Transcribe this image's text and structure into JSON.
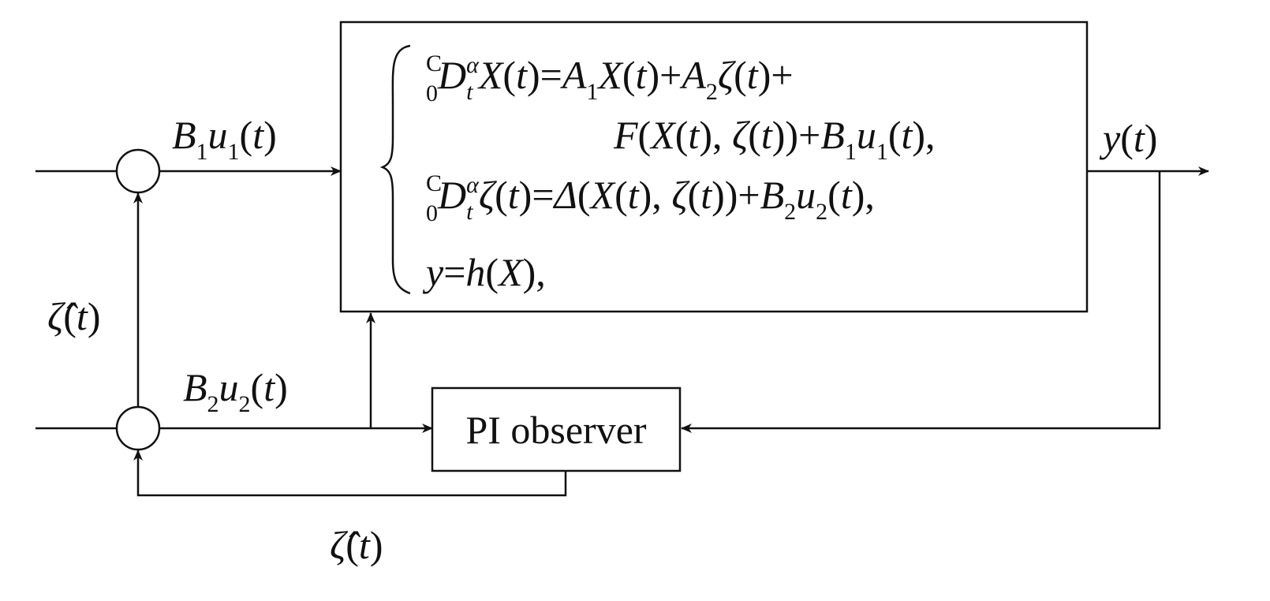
{
  "system_block": {
    "equations": [
      [
        {
          "t": "C",
          "st": "presup"
        },
        {
          "t": "0",
          "st": "presub",
          "stack": true
        },
        {
          "t": "D",
          "i": true
        },
        {
          "t": "t",
          "st": "sub",
          "i": true
        },
        {
          "t": "α",
          "st": "sup",
          "i": true,
          "stack": true
        },
        {
          "t": "X",
          "i": true
        },
        {
          "t": "("
        },
        {
          "t": "t",
          "i": true
        },
        {
          "t": ")="
        },
        {
          "t": "A",
          "i": true
        },
        {
          "t": "1",
          "st": "sub"
        },
        {
          "t": "X",
          "i": true
        },
        {
          "t": "("
        },
        {
          "t": "t",
          "i": true
        },
        {
          "t": ")+"
        },
        {
          "t": "A",
          "i": true
        },
        {
          "t": "2",
          "st": "sub"
        },
        {
          "t": "ζ",
          "i": true
        },
        {
          "t": "("
        },
        {
          "t": "t",
          "i": true
        },
        {
          "t": ")+"
        }
      ],
      [
        {
          "t": "F",
          "i": true
        },
        {
          "t": "("
        },
        {
          "t": "X",
          "i": true
        },
        {
          "t": "("
        },
        {
          "t": "t",
          "i": true
        },
        {
          "t": "), "
        },
        {
          "t": "ζ",
          "i": true
        },
        {
          "t": "("
        },
        {
          "t": "t",
          "i": true
        },
        {
          "t": "))+"
        },
        {
          "t": "B",
          "i": true
        },
        {
          "t": "1",
          "st": "sub"
        },
        {
          "t": "u",
          "i": true
        },
        {
          "t": "1",
          "st": "sub"
        },
        {
          "t": "("
        },
        {
          "t": "t",
          "i": true
        },
        {
          "t": "),"
        }
      ],
      [
        {
          "t": "C",
          "st": "presup"
        },
        {
          "t": "0",
          "st": "presub",
          "stack": true
        },
        {
          "t": "D",
          "i": true
        },
        {
          "t": "t",
          "st": "sub",
          "i": true
        },
        {
          "t": "α",
          "st": "sup",
          "i": true,
          "stack": true
        },
        {
          "t": "ζ",
          "i": true
        },
        {
          "t": "("
        },
        {
          "t": "t",
          "i": true
        },
        {
          "t": ")="
        },
        {
          "t": "Δ",
          "i": true
        },
        {
          "t": "("
        },
        {
          "t": "X",
          "i": true
        },
        {
          "t": "("
        },
        {
          "t": "t",
          "i": true
        },
        {
          "t": "), "
        },
        {
          "t": "ζ",
          "i": true
        },
        {
          "t": "("
        },
        {
          "t": "t",
          "i": true
        },
        {
          "t": "))+"
        },
        {
          "t": "B",
          "i": true
        },
        {
          "t": "2",
          "st": "sub"
        },
        {
          "t": "u",
          "i": true
        },
        {
          "t": "2",
          "st": "sub"
        },
        {
          "t": "("
        },
        {
          "t": "t",
          "i": true
        },
        {
          "t": "),"
        }
      ],
      [
        {
          "t": "y",
          "i": true
        },
        {
          "t": "="
        },
        {
          "t": "h",
          "i": true
        },
        {
          "t": "("
        },
        {
          "t": "X",
          "i": true
        },
        {
          "t": "),"
        }
      ]
    ]
  },
  "labels": {
    "input1": [
      {
        "t": "B",
        "i": true
      },
      {
        "t": "1",
        "st": "sub"
      },
      {
        "t": "u",
        "i": true
      },
      {
        "t": "1",
        "st": "sub"
      },
      {
        "t": "("
      },
      {
        "t": "t",
        "i": true
      },
      {
        "t": ")"
      }
    ],
    "input2": [
      {
        "t": "B",
        "i": true
      },
      {
        "t": "2",
        "st": "sub"
      },
      {
        "t": "u",
        "i": true
      },
      {
        "t": "2",
        "st": "sub"
      },
      {
        "t": "("
      },
      {
        "t": "t",
        "i": true
      },
      {
        "t": ")"
      }
    ],
    "output": [
      {
        "t": "y",
        "i": true
      },
      {
        "t": "("
      },
      {
        "t": "t",
        "i": true
      },
      {
        "t": ")"
      }
    ],
    "zeta_hat_left": [
      {
        "t": "ζ̂",
        "i": true
      },
      {
        "t": "("
      },
      {
        "t": "t",
        "i": true
      },
      {
        "t": ")"
      }
    ],
    "zeta_hat_bottom": [
      {
        "t": "ζ̂",
        "i": true
      },
      {
        "t": "("
      },
      {
        "t": "t",
        "i": true
      },
      {
        "t": ")"
      }
    ]
  },
  "observer_block": {
    "label": "PI observer"
  }
}
